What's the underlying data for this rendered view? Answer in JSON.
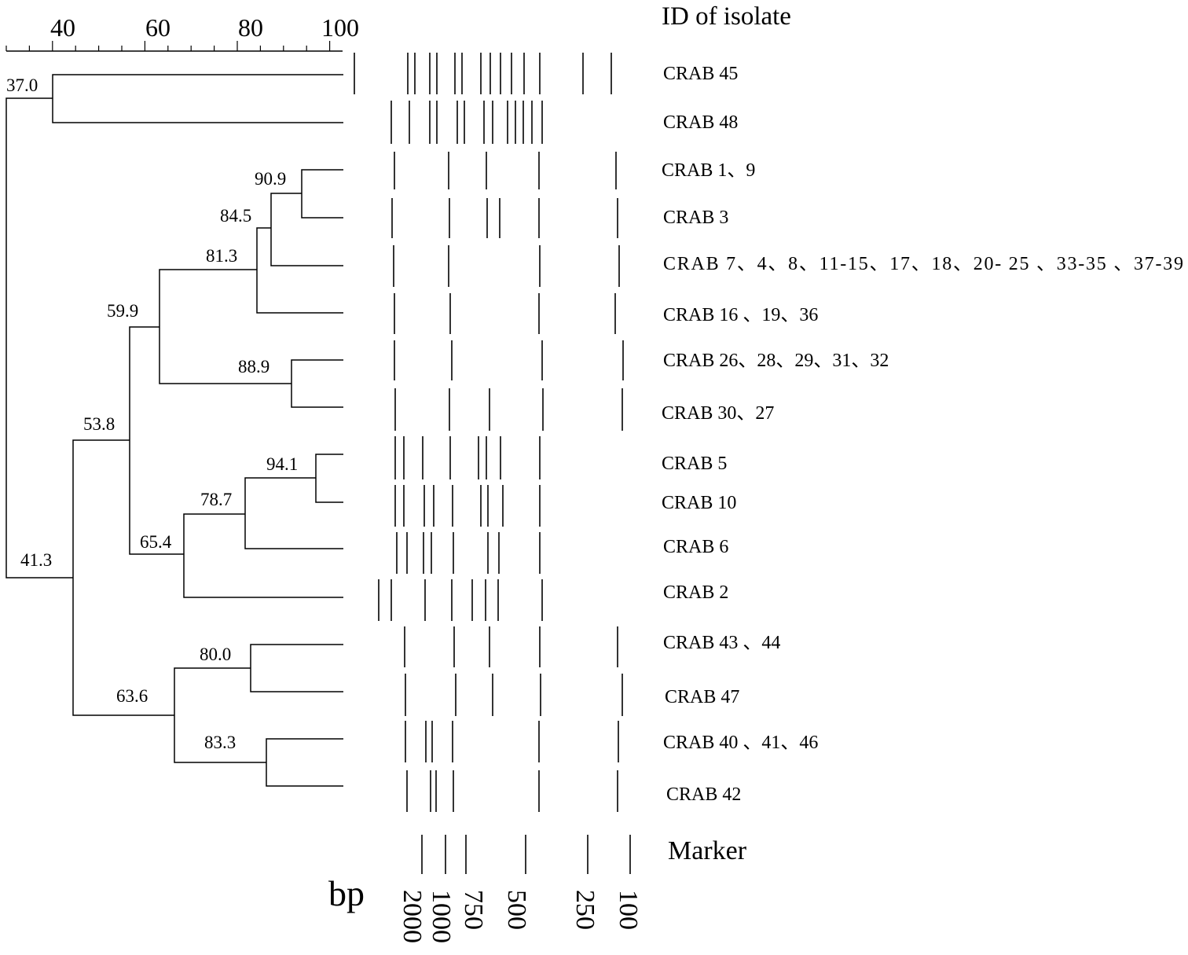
{
  "header": {
    "title": "ID of isolate"
  },
  "scale": {
    "ticks": [
      "40",
      "60",
      "80",
      "100"
    ]
  },
  "nodes": [
    "37.0",
    "41.3",
    "53.8",
    "59.9",
    "81.3",
    "84.5",
    "90.9",
    "88.9",
    "65.4",
    "78.7",
    "94.1",
    "63.6",
    "80.0",
    "83.3"
  ],
  "isolates": [
    "CRAB 45",
    "CRAB 48",
    "CRAB 1、9",
    "CRAB 3",
    "CRAB 7、4、8、11-15、17、18、20- 25 、33-35 、37-39",
    "CRAB 16 、19、36",
    "CRAB 26、28、29、31、32",
    "CRAB 30、27",
    "CRAB 5",
    "CRAB 10",
    "CRAB 6",
    "CRAB 2",
    "CRAB 43 、44",
    "CRAB 47",
    "CRAB 40 、41、46",
    "CRAB 42"
  ],
  "marker": {
    "label": "Marker",
    "unit": "bp",
    "sizes": [
      "2000",
      "1000",
      "750",
      "500",
      "250",
      "100"
    ]
  }
}
